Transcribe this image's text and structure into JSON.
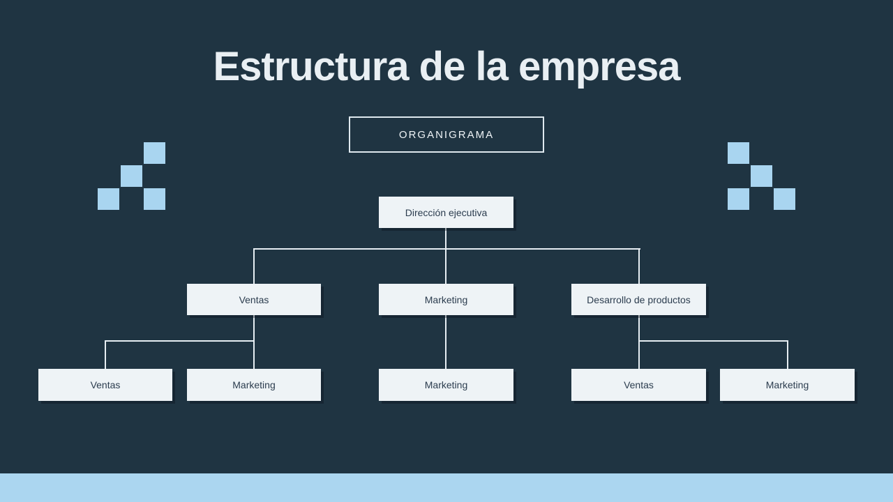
{
  "slide": {
    "title": "Estructura de la empresa",
    "badge": "ORGANIGRAMA"
  },
  "org": {
    "root": {
      "label": "Dirección ejecutiva",
      "children": [
        {
          "label": "Ventas",
          "children": [
            {
              "label": "Ventas"
            },
            {
              "label": "Marketing"
            }
          ]
        },
        {
          "label": "Marketing",
          "children": [
            {
              "label": "Marketing"
            }
          ]
        },
        {
          "label": "Desarrollo de productos",
          "children": [
            {
              "label": "Ventas"
            },
            {
              "label": "Marketing"
            }
          ]
        }
      ]
    }
  },
  "colors": {
    "background": "#1f3442",
    "node_fill": "#eef3f6",
    "node_text": "#2b3c4e",
    "connector_line": "#e7eef3",
    "pixel_accent": "#a9d5f0",
    "bottom_bar": "#abd6f0",
    "title_text": "#e9eff3"
  }
}
